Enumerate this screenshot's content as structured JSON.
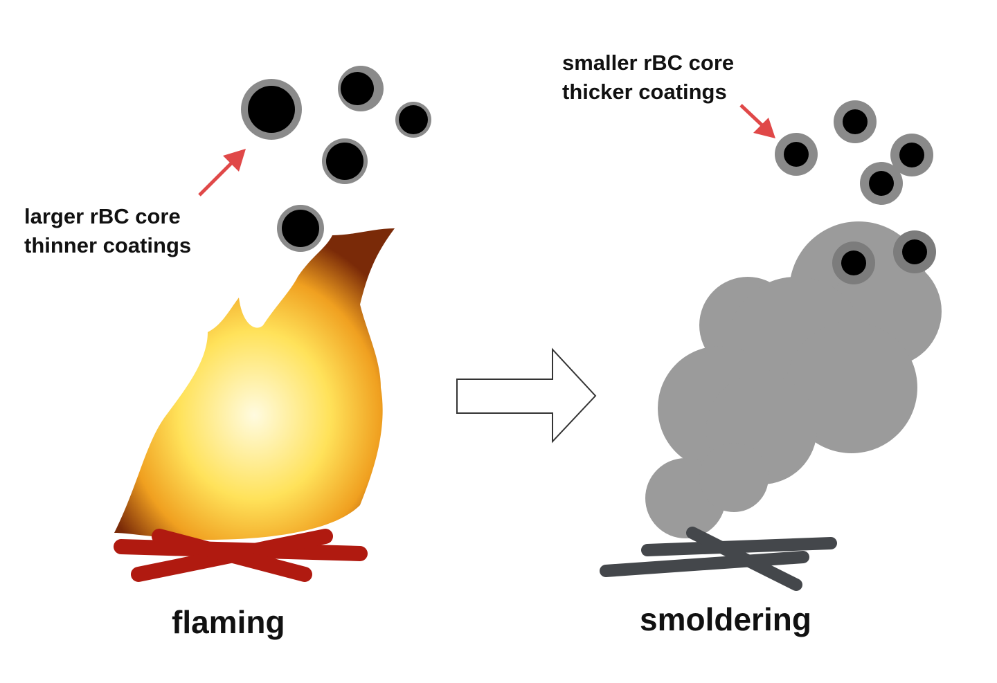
{
  "left": {
    "annotation_line1": "larger rBC core",
    "annotation_line2": "thinner coatings",
    "caption": "flaming"
  },
  "right": {
    "annotation_line1": "smaller rBC core",
    "annotation_line2": "thicker coatings",
    "caption": "smoldering"
  },
  "colors": {
    "arrow": "#e04848",
    "coating": "#8a8a8a",
    "core": "#000000",
    "smoke": "#9b9b9b",
    "embers": "#b01a10",
    "char": "#44474b"
  }
}
